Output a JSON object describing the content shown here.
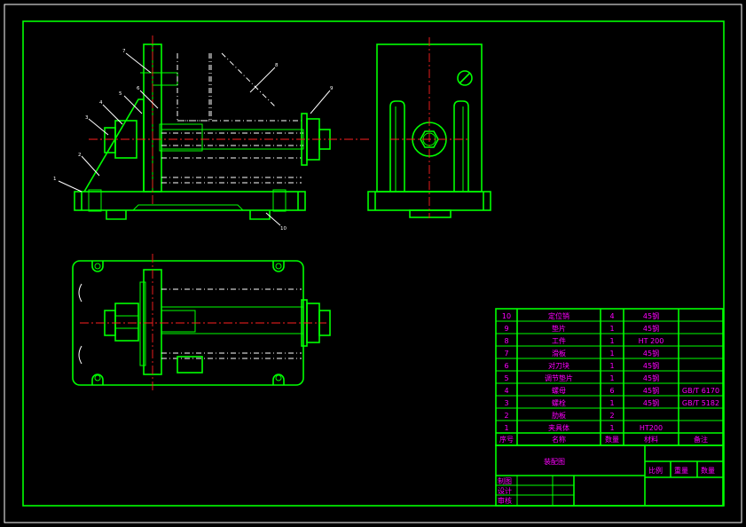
{
  "bom": {
    "header": {
      "no": "序号",
      "name": "名称",
      "qty": "数量",
      "material": "材料",
      "remark": "备注"
    },
    "rows": [
      {
        "no": "10",
        "name": "定位销",
        "qty": "4",
        "material": "45钢",
        "remark": ""
      },
      {
        "no": "9",
        "name": "垫片",
        "qty": "1",
        "material": "45钢",
        "remark": ""
      },
      {
        "no": "8",
        "name": "工件",
        "qty": "1",
        "material": "HT 200",
        "remark": ""
      },
      {
        "no": "7",
        "name": "滑板",
        "qty": "1",
        "material": "45钢",
        "remark": ""
      },
      {
        "no": "6",
        "name": "对刀块",
        "qty": "1",
        "material": "45钢",
        "remark": ""
      },
      {
        "no": "5",
        "name": "调节垫片",
        "qty": "1",
        "material": "45钢",
        "remark": ""
      },
      {
        "no": "4",
        "name": "螺母",
        "qty": "6",
        "material": "45钢",
        "remark": "GB/T 6170"
      },
      {
        "no": "3",
        "name": "螺栓",
        "qty": "1",
        "material": "45钢",
        "remark": "GB/T 5182"
      },
      {
        "no": "2",
        "name": "肋板",
        "qty": "2",
        "material": "",
        "remark": ""
      },
      {
        "no": "1",
        "name": "夹具体",
        "qty": "1",
        "material": "HT200",
        "remark": ""
      }
    ]
  },
  "title_block": {
    "drawing_name": "装配图",
    "col1": "比例",
    "col2": "重量",
    "col3": "数量",
    "drawn": "制图",
    "design": "设计",
    "check": "审核"
  },
  "balloons": [
    "1",
    "2",
    "3",
    "4",
    "5",
    "6",
    "7",
    "8",
    "9",
    "10"
  ]
}
